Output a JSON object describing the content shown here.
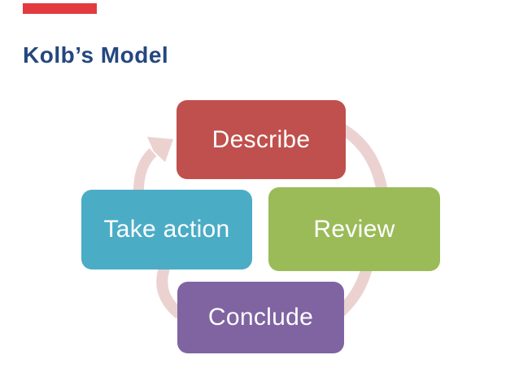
{
  "slide": {
    "title": "Kolb’s Model",
    "title_color": "#24477F",
    "accent_bar_color": "#E13B40",
    "background": "#FFFFFF"
  },
  "diagram": {
    "type": "cycle",
    "direction": "clockwise",
    "arrow_color": "#EBD2D1",
    "label_color": "#FFFFFF",
    "nodes": [
      {
        "label": "Describe",
        "color": "#C0504D",
        "position": "top"
      },
      {
        "label": "Review",
        "color": "#9BBB59",
        "position": "right"
      },
      {
        "label": "Conclude",
        "color": "#8064A2",
        "position": "bottom"
      },
      {
        "label": "Take action",
        "color": "#4BACC6",
        "position": "left"
      }
    ]
  }
}
